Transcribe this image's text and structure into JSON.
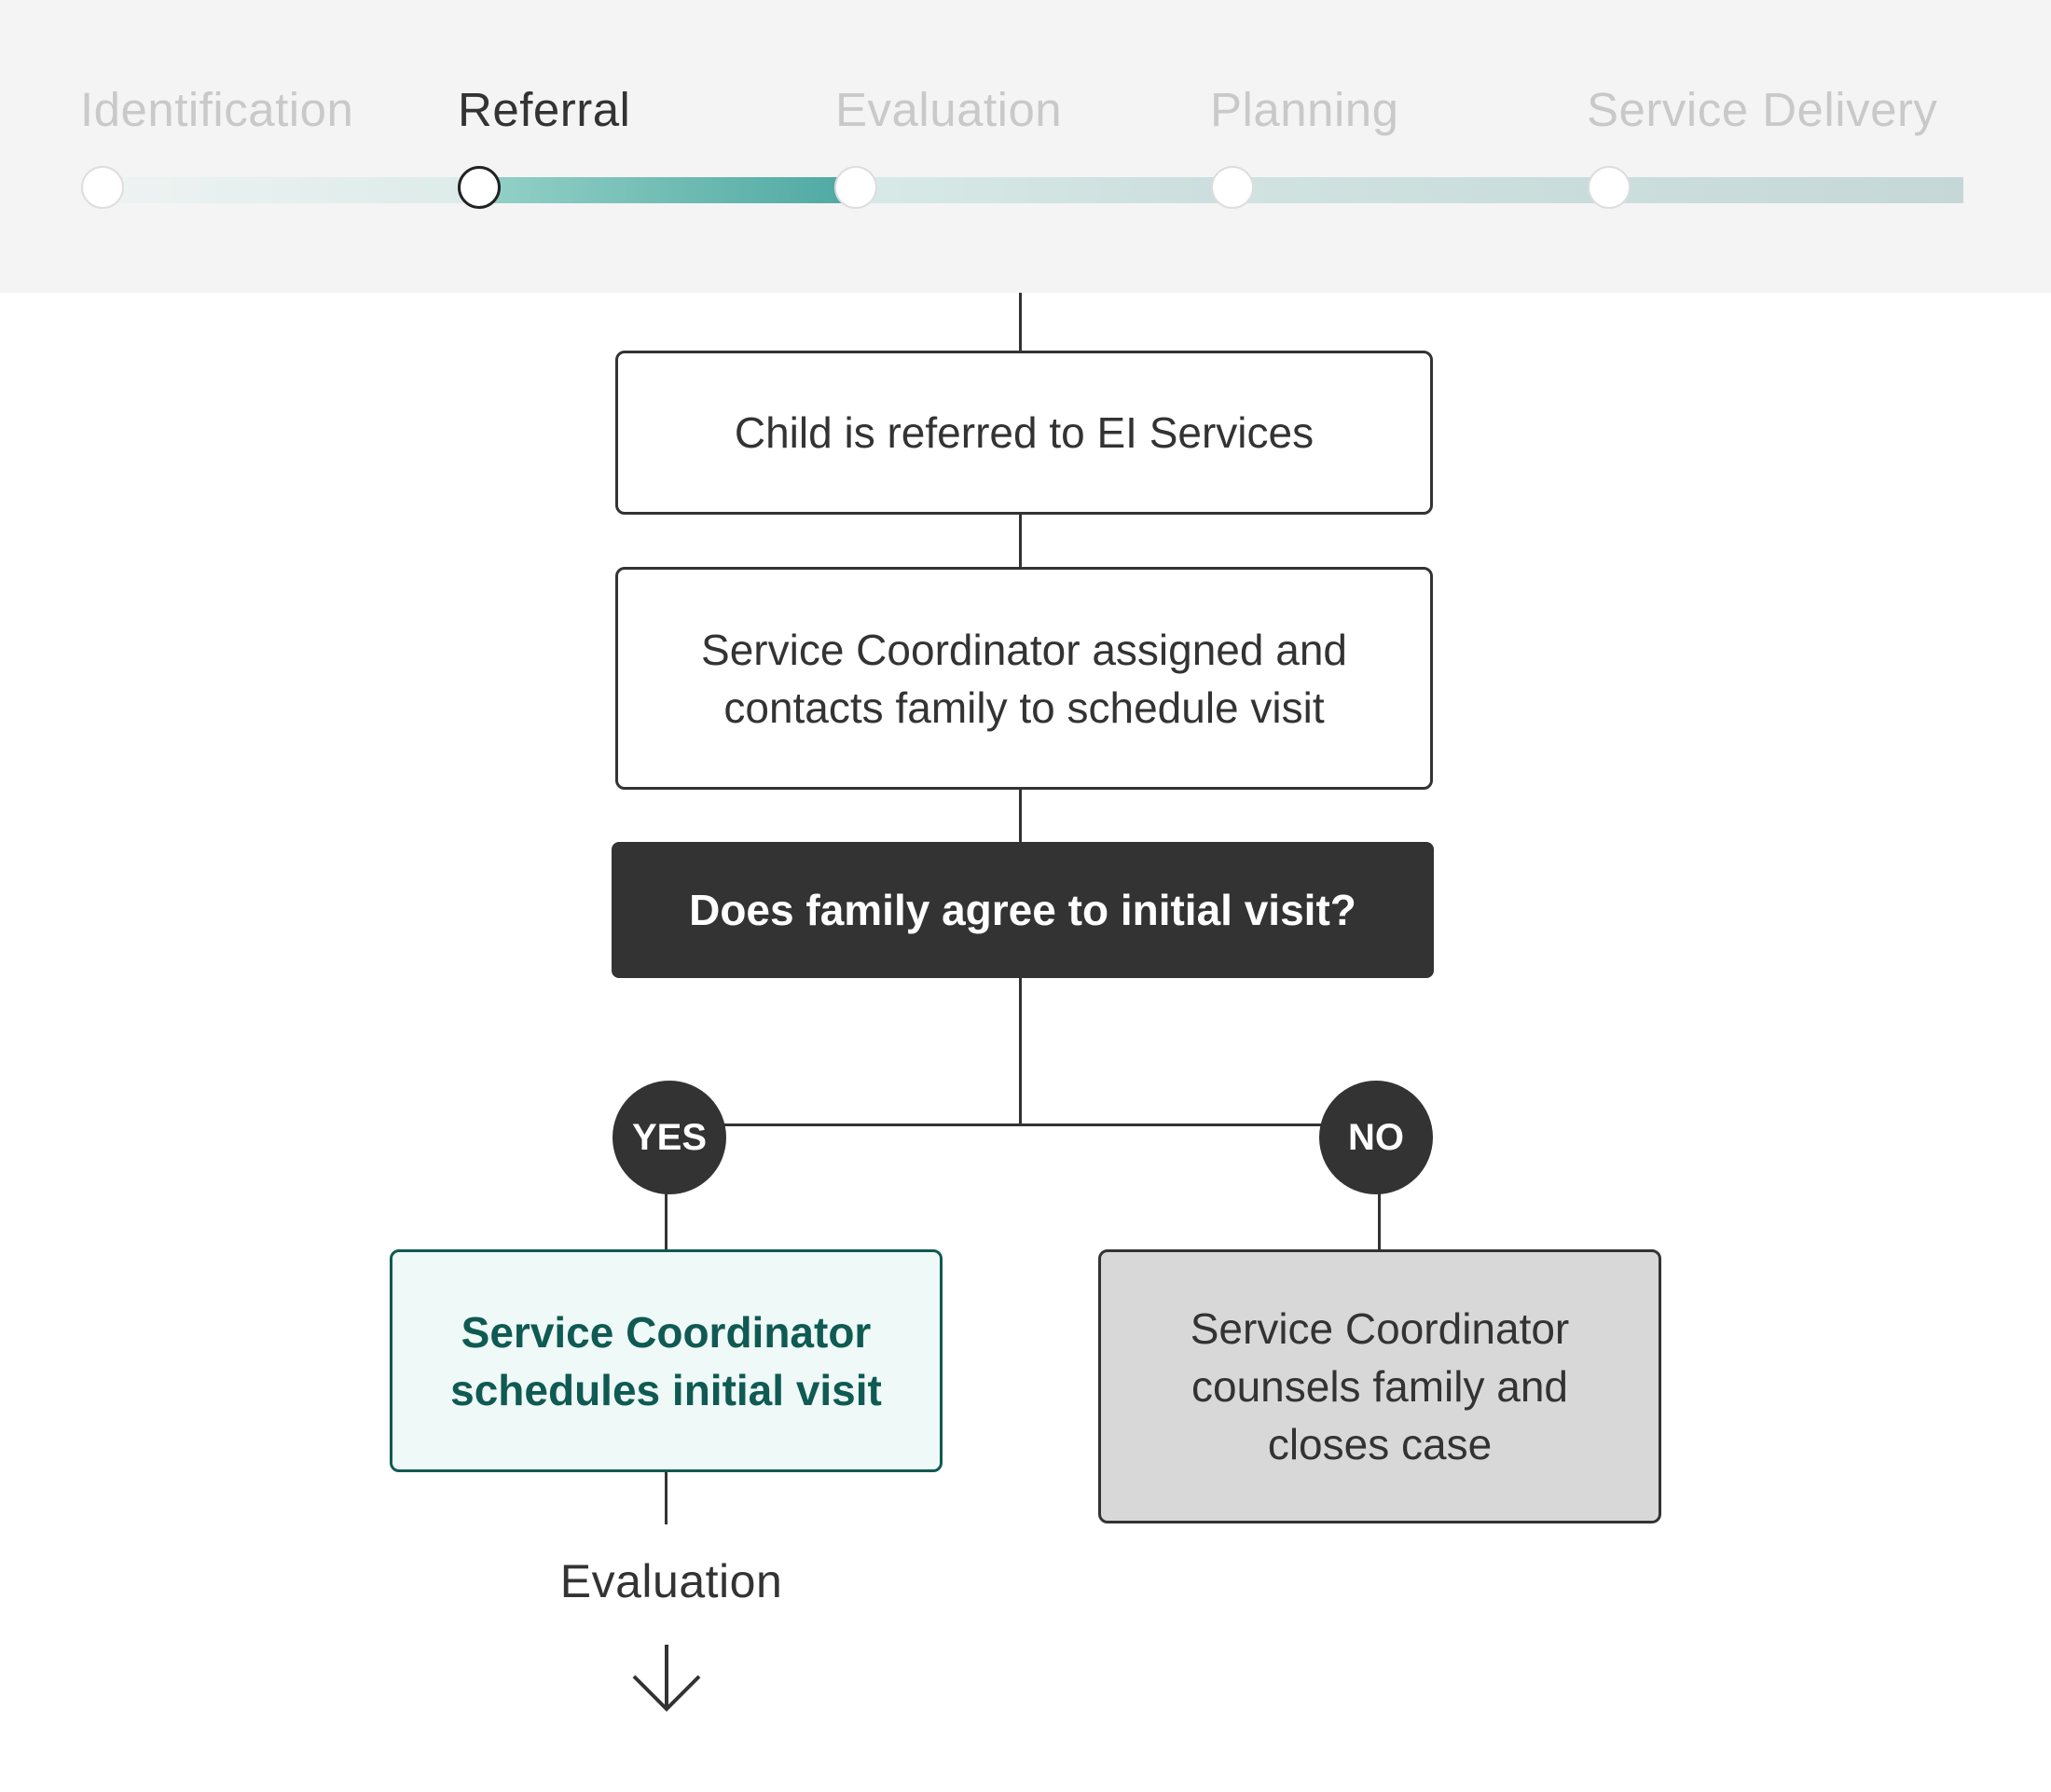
{
  "progress": {
    "steps": [
      {
        "label": "Identification",
        "state": "completed"
      },
      {
        "label": "Referral",
        "state": "current"
      },
      {
        "label": "Evaluation",
        "state": "upcoming"
      },
      {
        "label": "Planning",
        "state": "upcoming"
      },
      {
        "label": "Service Delivery",
        "state": "upcoming"
      }
    ],
    "current_step": "Referral",
    "colors": {
      "active_fill": "#4ea8a2",
      "muted_text": "#c9c9c9",
      "active_text": "#333333"
    }
  },
  "flow": {
    "step1": {
      "text": "Child is referred to EI Services"
    },
    "step2": {
      "line1": "Service Coordinator assigned and",
      "line2": "contacts family to schedule visit"
    },
    "decision": {
      "text": "Does family agree to initial visit?"
    },
    "yes_branch": {
      "badge": "YES",
      "line1": "Service Coordinator",
      "line2": "schedules initial visit"
    },
    "no_branch": {
      "badge": "NO",
      "line1": "Service Coordinator",
      "line2": "counsels family and",
      "line3": "closes case"
    },
    "next": {
      "label": "Evaluation",
      "icon": "arrow-down-icon"
    }
  },
  "colors": {
    "dark": "#333333",
    "teal": "#0f5a52",
    "teal_bg": "#eff9f7",
    "grey_bg": "#d8d8d8"
  }
}
